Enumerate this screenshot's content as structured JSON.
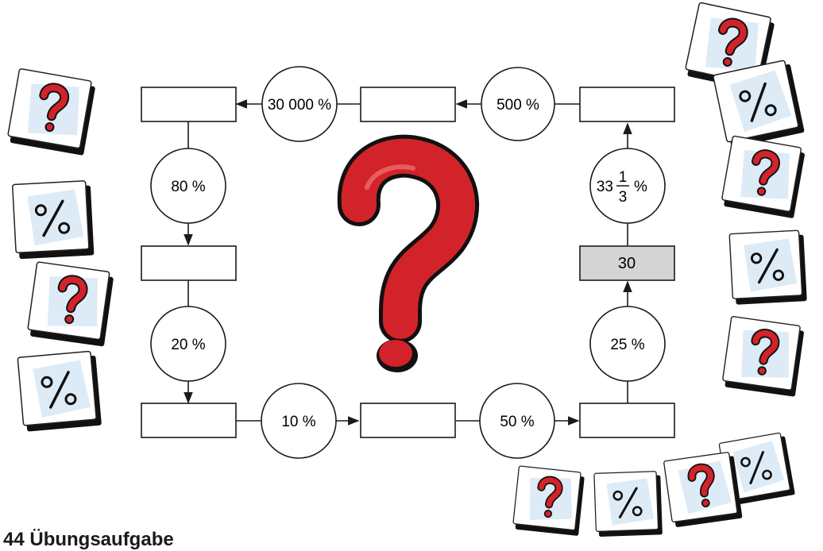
{
  "diagram": {
    "circles": {
      "top_left": "30 000 %",
      "top_right": "500 %",
      "left_upper": "80 %",
      "left_lower": "20 %",
      "bottom_left": "10 %",
      "bottom_right": "50 %",
      "right_lower": "25 %",
      "right_upper": {
        "whole": "33",
        "numerator": "1",
        "denominator": "3",
        "unit": "%"
      }
    },
    "boxes": {
      "given_value": "30"
    }
  },
  "footer": {
    "exercise_label": "44 Übungsaufgabe"
  },
  "colors": {
    "question_red": "#d2232a",
    "card_blue": "#cfe3f3",
    "given_box_fill": "#d4d4d4",
    "line": "#1a1a1a"
  },
  "decorations": {
    "card_symbols": [
      "question-mark",
      "percent-sign"
    ]
  }
}
